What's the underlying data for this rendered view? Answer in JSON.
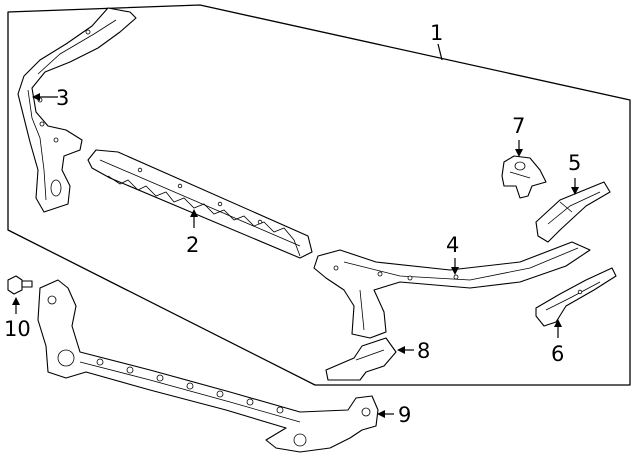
{
  "callouts": [
    {
      "id": "1",
      "label": "1",
      "part": "radiator support assembly (outline)"
    },
    {
      "id": "2",
      "label": "2",
      "part": "upper tie bar"
    },
    {
      "id": "3",
      "label": "3",
      "part": "side bracket"
    },
    {
      "id": "4",
      "label": "4",
      "part": "upper support"
    },
    {
      "id": "5",
      "label": "5",
      "part": "mount bracket"
    },
    {
      "id": "6",
      "label": "6",
      "part": "side brace"
    },
    {
      "id": "7",
      "label": "7",
      "part": "hood latch bracket"
    },
    {
      "id": "8",
      "label": "8",
      "part": "lower bracket"
    },
    {
      "id": "9",
      "label": "9",
      "part": "lower tie bar"
    },
    {
      "id": "10",
      "label": "10",
      "part": "bolt"
    }
  ]
}
